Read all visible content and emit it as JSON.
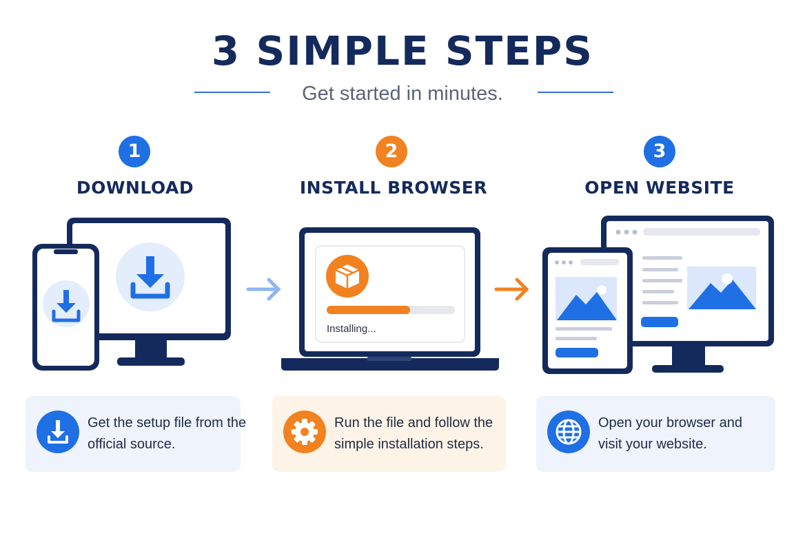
{
  "header": {
    "title": "3 SIMPLE STEPS",
    "subtitle": "Get started in minutes."
  },
  "steps": [
    {
      "number": "1",
      "title": "DOWNLOAD",
      "description": "Get the setup file from the official source.",
      "card_icon": "download-icon",
      "accent": "#1f6fe5"
    },
    {
      "number": "2",
      "title": "INSTALL BROWSER",
      "description": "Run the file and follow the simple installation steps.",
      "card_icon": "gear-icon",
      "accent": "#f2821f",
      "install_screen": {
        "status_text": "Installing...",
        "progress": 0.65
      }
    },
    {
      "number": "3",
      "title": "OPEN WEBSITE",
      "description": "Open your browser and visit your website.",
      "card_icon": "globe-icon",
      "accent": "#1f6fe5"
    }
  ],
  "colors": {
    "navy": "#142a5c",
    "blue": "#1f6fe5",
    "orange": "#f2821f",
    "light_blue_bg": "#eef3fc",
    "light_orange_bg": "#fdf3e7"
  }
}
